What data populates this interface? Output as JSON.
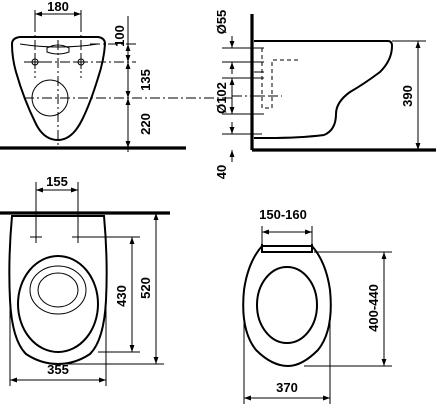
{
  "dimensions": {
    "front_width": "180",
    "front_upper_height": "100",
    "front_bolt_height": "135",
    "front_lower_height": "220",
    "side_pipe_diameter": "Ø55",
    "side_drain_diameter": "Ø102",
    "side_floor_offset": "40",
    "side_total_height": "390",
    "top_bolt_spacing": "155",
    "top_opening_length": "430",
    "top_total_length": "520",
    "top_width": "355",
    "seat_hinge_spacing": "150-160",
    "seat_length": "400-440",
    "seat_width": "370"
  }
}
